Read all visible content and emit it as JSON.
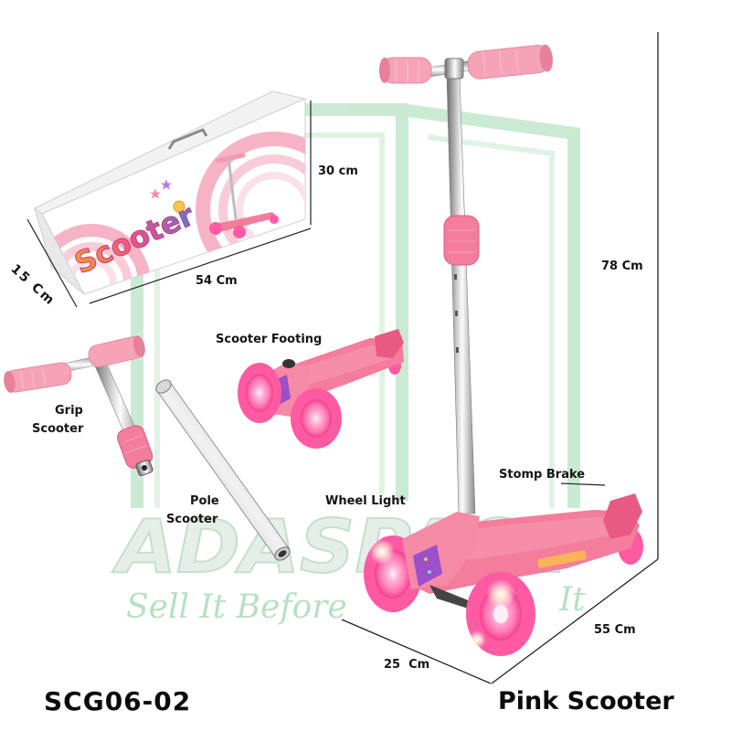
{
  "box": {
    "logo": "Scooter",
    "height_label": "30 cm",
    "depth_label": "15 Cm",
    "length_label": "54 Cm"
  },
  "scooter": {
    "height_label": "78 Cm",
    "length_label": "55 Cm",
    "width_label": "25  Cm"
  },
  "parts": {
    "footing": "Scooter Footing",
    "grip": [
      "Grip",
      "Scooter"
    ],
    "pole": [
      "Pole",
      "Scooter"
    ],
    "wheel_light": "Wheel Light",
    "stomp_brake": "Stomp Brake"
  },
  "product": {
    "code": "SCG06-02",
    "name": "Pink Scooter"
  },
  "watermark": {
    "brand": "ADASPACE",
    "slogan_start": "Sell It Before",
    "slogan_end": "It"
  },
  "colors": {
    "pink": "#f47c9c",
    "grip": "#f6a3b8",
    "wheel": "#ff5aa2",
    "watermark": "#bfe5ca"
  }
}
